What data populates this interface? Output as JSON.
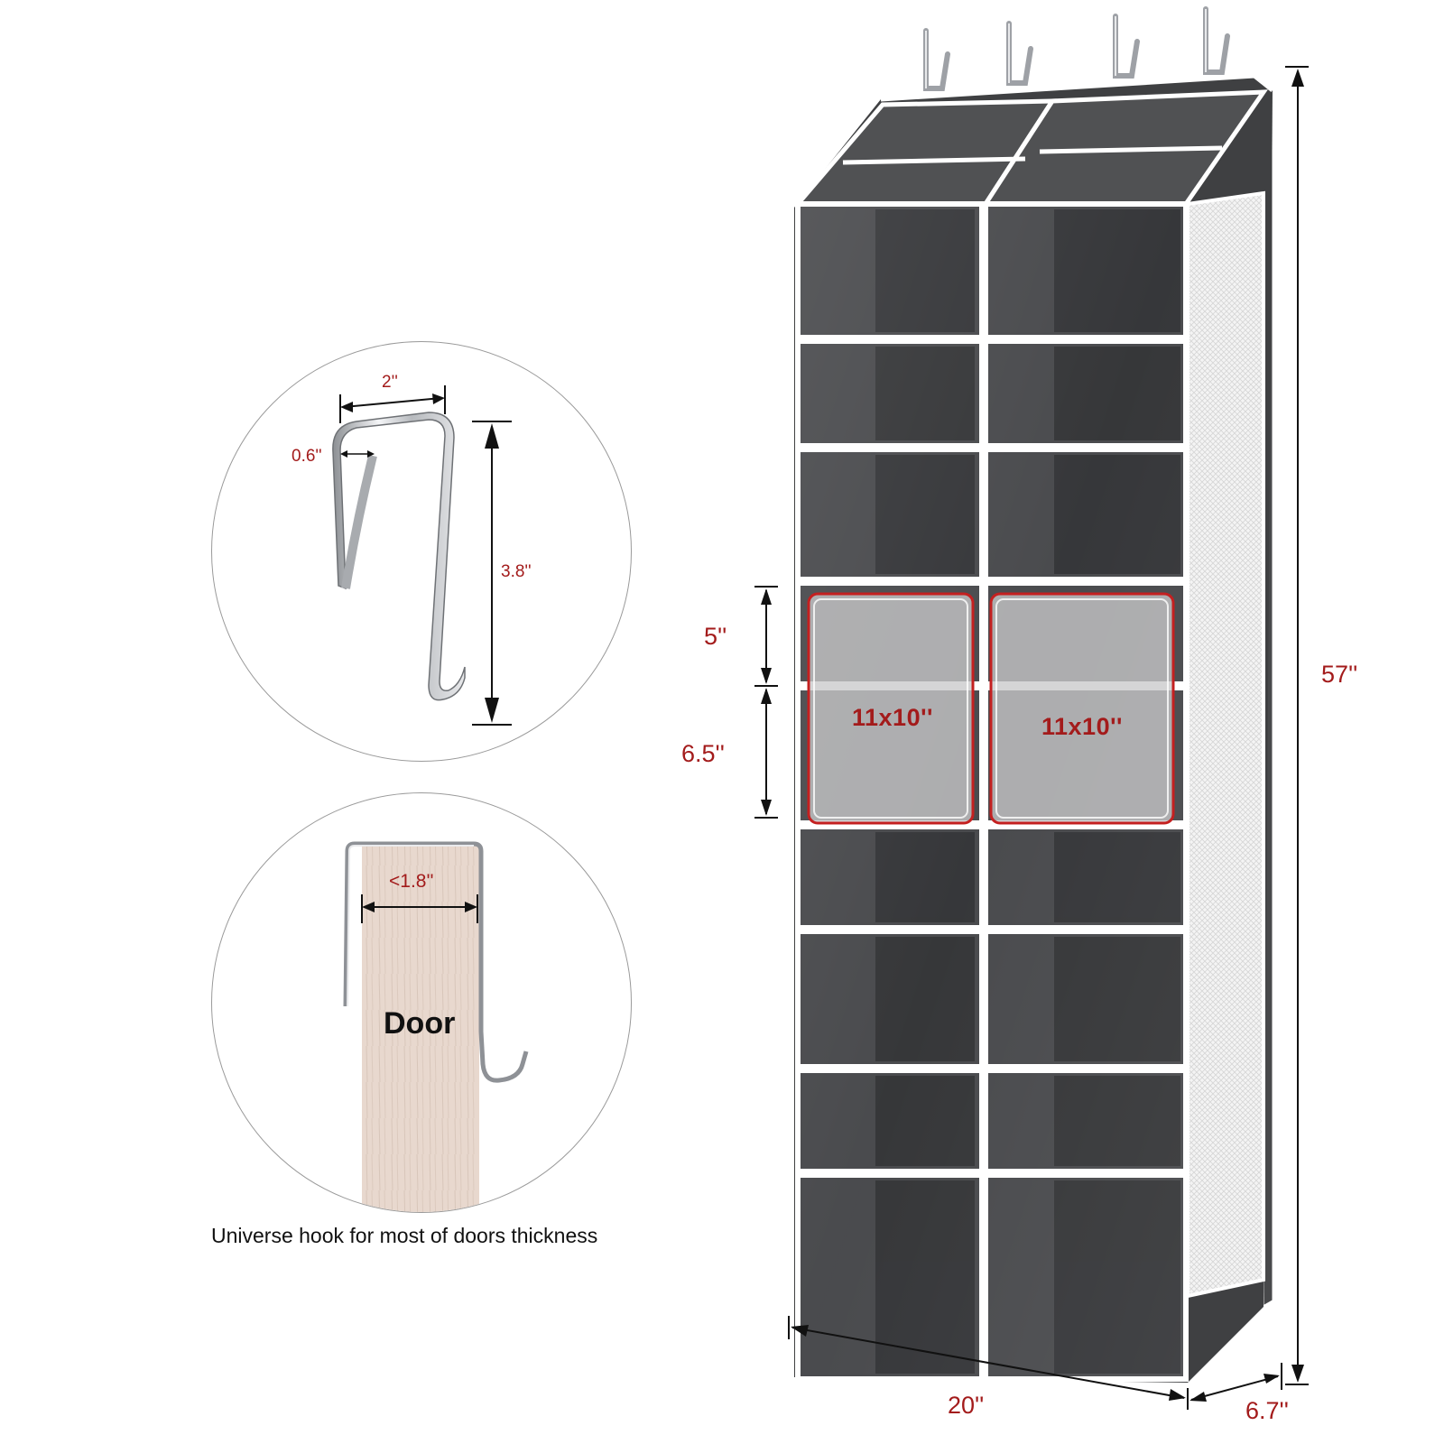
{
  "hook_detail": {
    "width_label": "2''",
    "gap_label": "0.6''",
    "height_label": "3.8''"
  },
  "door_detail": {
    "thickness_label": "<1.8''",
    "door_label": "Door",
    "caption": "Universe hook for most of doors thickness"
  },
  "organizer": {
    "pocket_height_top": "5''",
    "pocket_height_bottom": "6.5''",
    "pocket_left_size": "11x10''",
    "pocket_right_size": "11x10''",
    "total_height": "57''",
    "width": "20''",
    "depth": "6.7''"
  },
  "colors": {
    "fabric": "#4a4b4d",
    "fabric_dark": "#3a3b3d",
    "trim": "#ffffff",
    "dimension_text": "#a31b1b",
    "door_wood": "#e6d6cc"
  },
  "icons": [
    "over-door-hook-icon",
    "door-icon",
    "organizer-icon"
  ]
}
